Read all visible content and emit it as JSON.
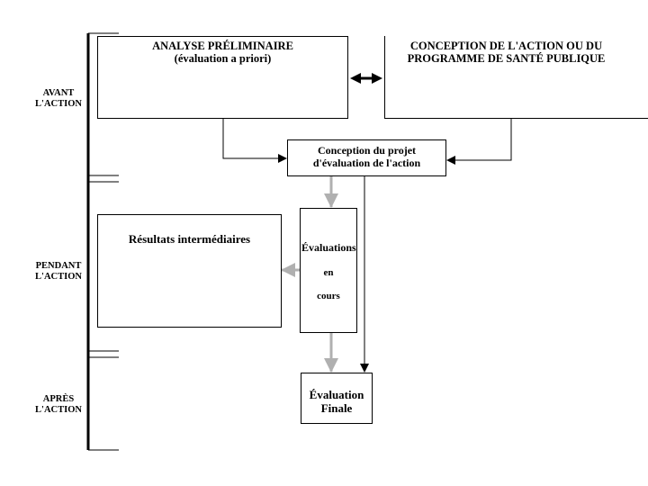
{
  "phases": [
    {
      "line1": "AVANT",
      "line2": "L'ACTION"
    },
    {
      "line1": "PENDANT",
      "line2": "L'ACTION"
    },
    {
      "line1": "APRÈS",
      "line2": "L'ACTION"
    }
  ],
  "boxes": {
    "analyse": {
      "line1": "ANALYSE PRÉLIMINAIRE",
      "line2": "(évaluation a priori)"
    },
    "conception_action": {
      "line1": "CONCEPTION DE L'ACTION OU DU",
      "line2": "PROGRAMME DE SANTÉ PUBLIQUE"
    },
    "conception_projet": {
      "line1": "Conception du projet",
      "line2": "d'évaluation de l'action"
    },
    "resultats": {
      "label": "Résultats intermédiaires"
    },
    "evaluations_en_cours": {
      "line1": "Évaluations",
      "line2": "en",
      "line3": "cours"
    },
    "evaluation_finale": {
      "line1": "Évaluation",
      "line2": "Finale"
    }
  },
  "colors": {
    "line": "#000000",
    "gray_arrow": "#b0b0b0",
    "background": "#ffffff"
  }
}
